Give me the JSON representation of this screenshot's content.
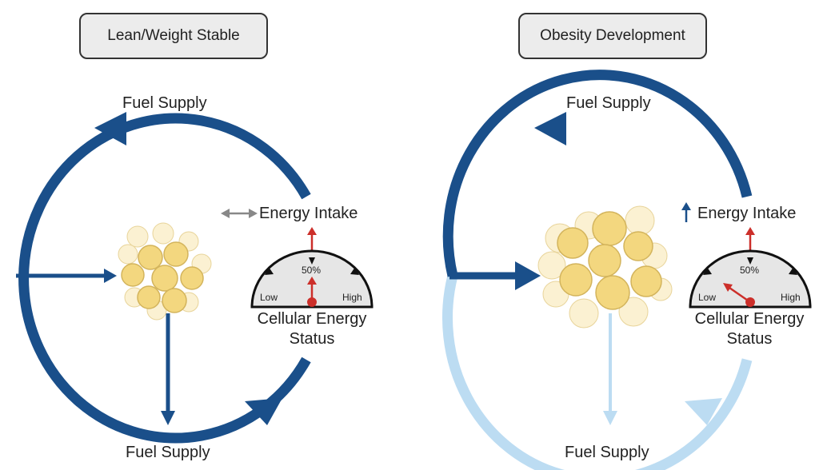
{
  "panels": {
    "left": {
      "title": "Lean/Weight Stable",
      "fuel_supply_top": "Fuel Supply",
      "fuel_supply_bottom": "Fuel Supply",
      "energy_intake": "Energy Intake",
      "cellular_energy_status": "Cellular Energy",
      "cellular_energy_status_2": "Status",
      "gauge": {
        "low": "Low",
        "mid": "50%",
        "high": "High"
      }
    },
    "right": {
      "title": "Obesity Development",
      "fuel_supply_top": "Fuel Supply",
      "fuel_supply_bottom": "Fuel Supply",
      "energy_intake": "Energy Intake",
      "cellular_energy_status": "Cellular Energy",
      "cellular_energy_status_2": "Status",
      "gauge": {
        "low": "Low",
        "mid": "50%",
        "high": "High"
      }
    }
  },
  "colors": {
    "dark_blue": "#1a4f8a",
    "light_blue": "#bcdcf2",
    "red": "#cc2f2a",
    "gray": "#888888",
    "fat_cell": "#f2d98a"
  }
}
